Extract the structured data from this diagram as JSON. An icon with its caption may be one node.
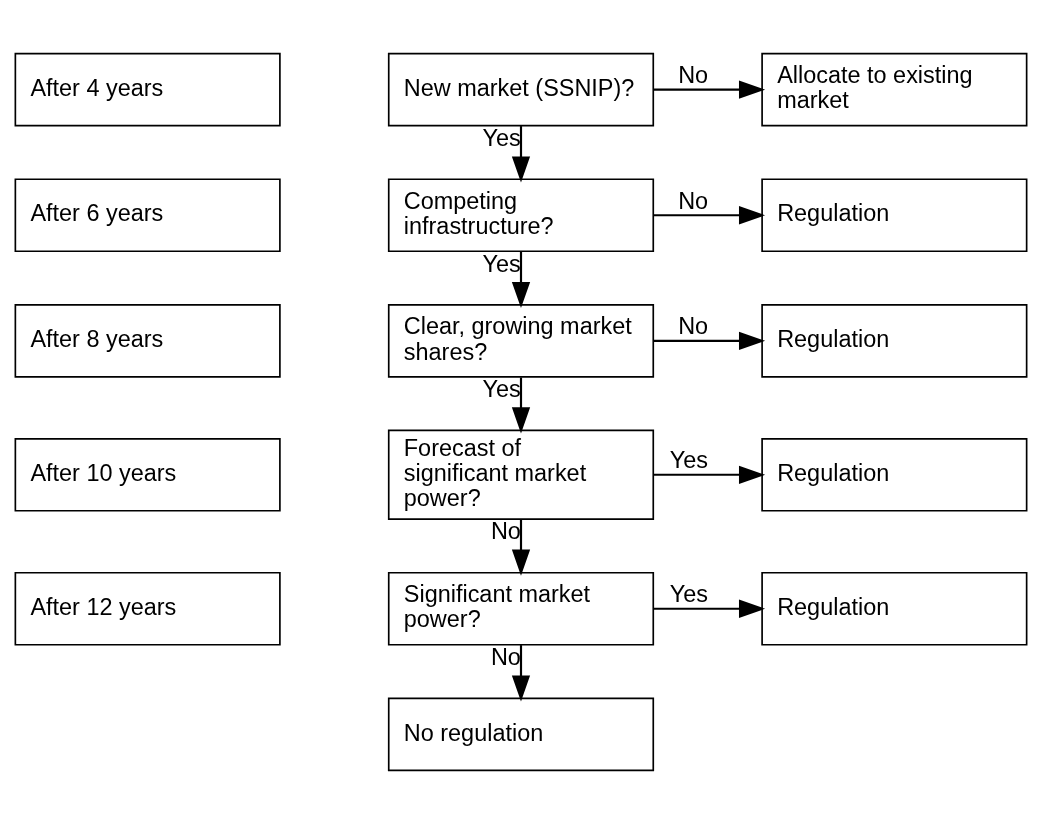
{
  "diagram": {
    "nodes": [
      {
        "text": [
          "After 4 years"
        ]
      },
      {
        "text": [
          "After 6 years"
        ]
      },
      {
        "text": [
          "After 8 years"
        ]
      },
      {
        "text": [
          "After 10 years"
        ]
      },
      {
        "text": [
          "After 12 years"
        ]
      },
      {
        "text": [
          "New market (SSNIP)?"
        ]
      },
      {
        "text": [
          "Competing infrastructure?"
        ]
      },
      {
        "text": [
          "Clear, growing market shares?"
        ]
      },
      {
        "text": [
          "Forecast of significant market power?"
        ]
      },
      {
        "text": [
          "Significant market power?"
        ]
      },
      {
        "text": [
          "No regulation"
        ]
      },
      {
        "text": [
          "Allocate to existing market"
        ]
      },
      {
        "text": [
          "Regulation"
        ]
      },
      {
        "text": [
          "Regulation"
        ]
      },
      {
        "text": [
          "Regulation"
        ]
      },
      {
        "text": [
          "Regulation"
        ]
      }
    ],
    "edges": [
      {
        "from": 5,
        "to": 11,
        "arrow": "to",
        "label": "No"
      },
      {
        "from": 5,
        "to": 6,
        "arrow": "to",
        "label": "Yes"
      },
      {
        "from": 6,
        "to": 12,
        "arrow": "to",
        "label": "No"
      },
      {
        "from": 6,
        "to": 7,
        "arrow": "to",
        "label": "Yes"
      },
      {
        "from": 7,
        "to": 13,
        "arrow": "to",
        "label": "No"
      },
      {
        "from": 7,
        "to": 8,
        "arrow": "to",
        "label": "Yes"
      },
      {
        "from": 8,
        "to": 14,
        "arrow": "to",
        "label": "Yes"
      },
      {
        "from": 8,
        "to": 9,
        "arrow": "to",
        "label": "No"
      },
      {
        "from": 9,
        "to": 15,
        "arrow": "to",
        "label": "Yes"
      },
      {
        "from": 9,
        "to": 10,
        "arrow": "to",
        "label": "No"
      }
    ]
  }
}
